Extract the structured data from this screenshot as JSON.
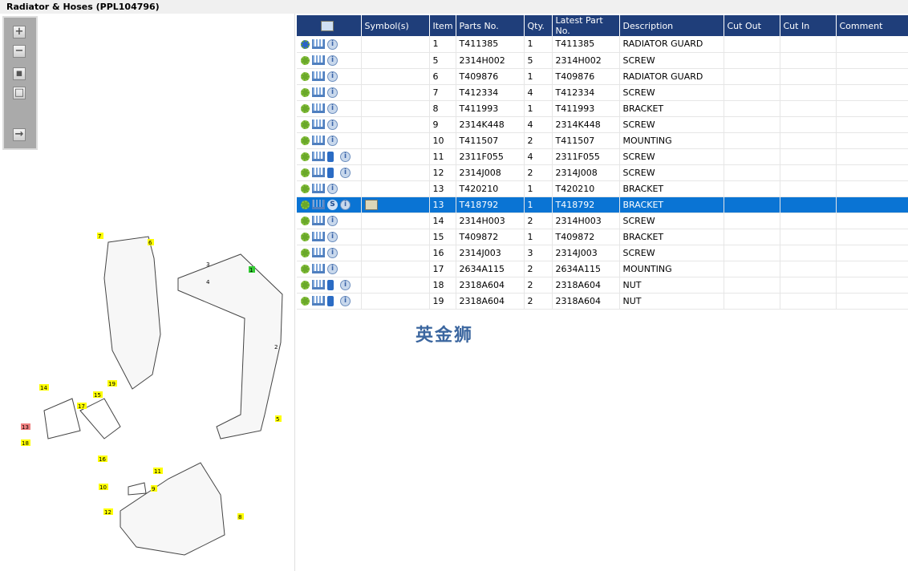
{
  "title": "Radiator & Hoses (PPL104796)",
  "toolbar": [
    "zoom-in",
    "zoom-out",
    "fit-all",
    "actual-size",
    "export"
  ],
  "columns": [
    "",
    "Symbol(s)",
    "Item",
    "Parts No.",
    "Qty.",
    "Latest Part No.",
    "Description",
    "Cut Out",
    "Cut In",
    "Comment"
  ],
  "rows": [
    {
      "item": "1",
      "part": "T411385",
      "qty": "1",
      "latest": "T411385",
      "desc": "RADIATOR GUARD",
      "icons": "gears"
    },
    {
      "item": "5",
      "part": "2314H002",
      "qty": "5",
      "latest": "2314H002",
      "desc": "SCREW"
    },
    {
      "item": "6",
      "part": "T409876",
      "qty": "1",
      "latest": "T409876",
      "desc": "RADIATOR GUARD"
    },
    {
      "item": "7",
      "part": "T412334",
      "qty": "4",
      "latest": "T412334",
      "desc": "SCREW"
    },
    {
      "item": "8",
      "part": "T411993",
      "qty": "1",
      "latest": "T411993",
      "desc": "BRACKET"
    },
    {
      "item": "9",
      "part": "2314K448",
      "qty": "4",
      "latest": "2314K448",
      "desc": "SCREW"
    },
    {
      "item": "10",
      "part": "T411507",
      "qty": "2",
      "latest": "T411507",
      "desc": "MOUNTING"
    },
    {
      "item": "11",
      "part": "2311F055",
      "qty": "4",
      "latest": "2311F055",
      "desc": "SCREW",
      "icons": "book"
    },
    {
      "item": "12",
      "part": "2314J008",
      "qty": "2",
      "latest": "2314J008",
      "desc": "SCREW",
      "icons": "book"
    },
    {
      "item": "13",
      "part": "T420210",
      "qty": "1",
      "latest": "T420210",
      "desc": "BRACKET"
    },
    {
      "item": "13",
      "part": "T418792",
      "qty": "1",
      "latest": "T418792",
      "desc": "BRACKET",
      "icons": "s",
      "selected": true
    },
    {
      "item": "14",
      "part": "2314H003",
      "qty": "2",
      "latest": "2314H003",
      "desc": "SCREW"
    },
    {
      "item": "15",
      "part": "T409872",
      "qty": "1",
      "latest": "T409872",
      "desc": "BRACKET"
    },
    {
      "item": "16",
      "part": "2314J003",
      "qty": "3",
      "latest": "2314J003",
      "desc": "SCREW"
    },
    {
      "item": "17",
      "part": "2634A115",
      "qty": "2",
      "latest": "2634A115",
      "desc": "MOUNTING"
    },
    {
      "item": "18",
      "part": "2318A604",
      "qty": "2",
      "latest": "2318A604",
      "desc": "NUT",
      "icons": "book"
    },
    {
      "item": "19",
      "part": "2318A604",
      "qty": "2",
      "latest": "2318A604",
      "desc": "NUT",
      "icons": "book"
    }
  ],
  "watermark": "英金狮",
  "callouts": [
    "7",
    "6",
    "3",
    "4",
    "1",
    "2",
    "14",
    "15",
    "19",
    "17",
    "13",
    "18",
    "16",
    "5",
    "11",
    "10",
    "9",
    "12",
    "8"
  ]
}
